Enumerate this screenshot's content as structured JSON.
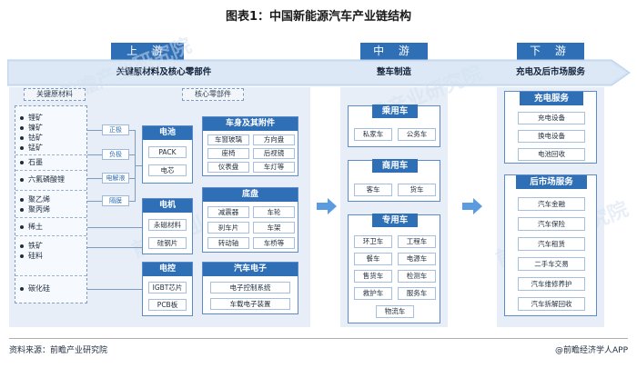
{
  "title": "图表1：中国新能源汽车产业链结构",
  "colors": {
    "primary": "#2f6fb6",
    "panel": "#e7eef7",
    "arrow": "#4f8fd4"
  },
  "stages": {
    "upstream": {
      "tag": "上  游",
      "label": "关键原材料及核心零部件"
    },
    "midstream": {
      "tag": "中  游",
      "label": "整车制造"
    },
    "downstream": {
      "tag": "下  游",
      "label": "充电及后市场服务"
    }
  },
  "upstream": {
    "raw_header": "关键原材料",
    "core_header": "核心零部件",
    "raw_materials": [
      "锂矿",
      "镍矿",
      "钴矿",
      "锰矿",
      "石墨",
      "六氟磷酸锂",
      "聚乙烯",
      "聚丙烯",
      "稀土",
      "铁矿",
      "硅料",
      "碳化硅"
    ],
    "mini_tags": [
      "正极",
      "负极",
      "电解液",
      "隔膜"
    ],
    "battery": {
      "title": "电池",
      "items": [
        "PACK",
        "电芯"
      ]
    },
    "motor": {
      "title": "电机",
      "items": [
        "永磁材料",
        "硅钢片"
      ]
    },
    "control": {
      "title": "电控",
      "items": [
        "IGBT芯片",
        "PCB板"
      ]
    },
    "body": {
      "title": "车身及其附件",
      "items": [
        "车窗玻璃",
        "方向盘",
        "座椅",
        "后视镜",
        "仪表盘",
        "车灯等"
      ]
    },
    "chassis": {
      "title": "底盘",
      "items": [
        "减震器",
        "车轮",
        "刹车片",
        "车架",
        "转动轴",
        "车桥等"
      ]
    },
    "electronics": {
      "title": "汽车电子",
      "items": [
        "电子控制系统",
        "车载电子装置"
      ]
    }
  },
  "midstream": {
    "passenger": {
      "title": "乘用车",
      "items": [
        "私家车",
        "公务车"
      ]
    },
    "commercial": {
      "title": "商用车",
      "items": [
        "客车",
        "货车"
      ]
    },
    "special": {
      "title": "专用车",
      "items": [
        "环卫车",
        "工程车",
        "餐车",
        "电源车",
        "售货车",
        "检测车",
        "救护车",
        "服务车",
        "物流车"
      ]
    }
  },
  "downstream": {
    "charging": {
      "title": "充电服务",
      "items": [
        "充电设备",
        "换电设备",
        "电池回收"
      ]
    },
    "after": {
      "title": "后市场服务",
      "items": [
        "汽车金融",
        "汽车保险",
        "汽车租赁",
        "二手车交易",
        "汽车维修养护",
        "汽车拆解回收"
      ]
    }
  },
  "footer": {
    "source": "资料来源：前瞻产业研究院",
    "brand": "@前瞻经济学人APP"
  },
  "watermark": "前瞻产业研究院"
}
